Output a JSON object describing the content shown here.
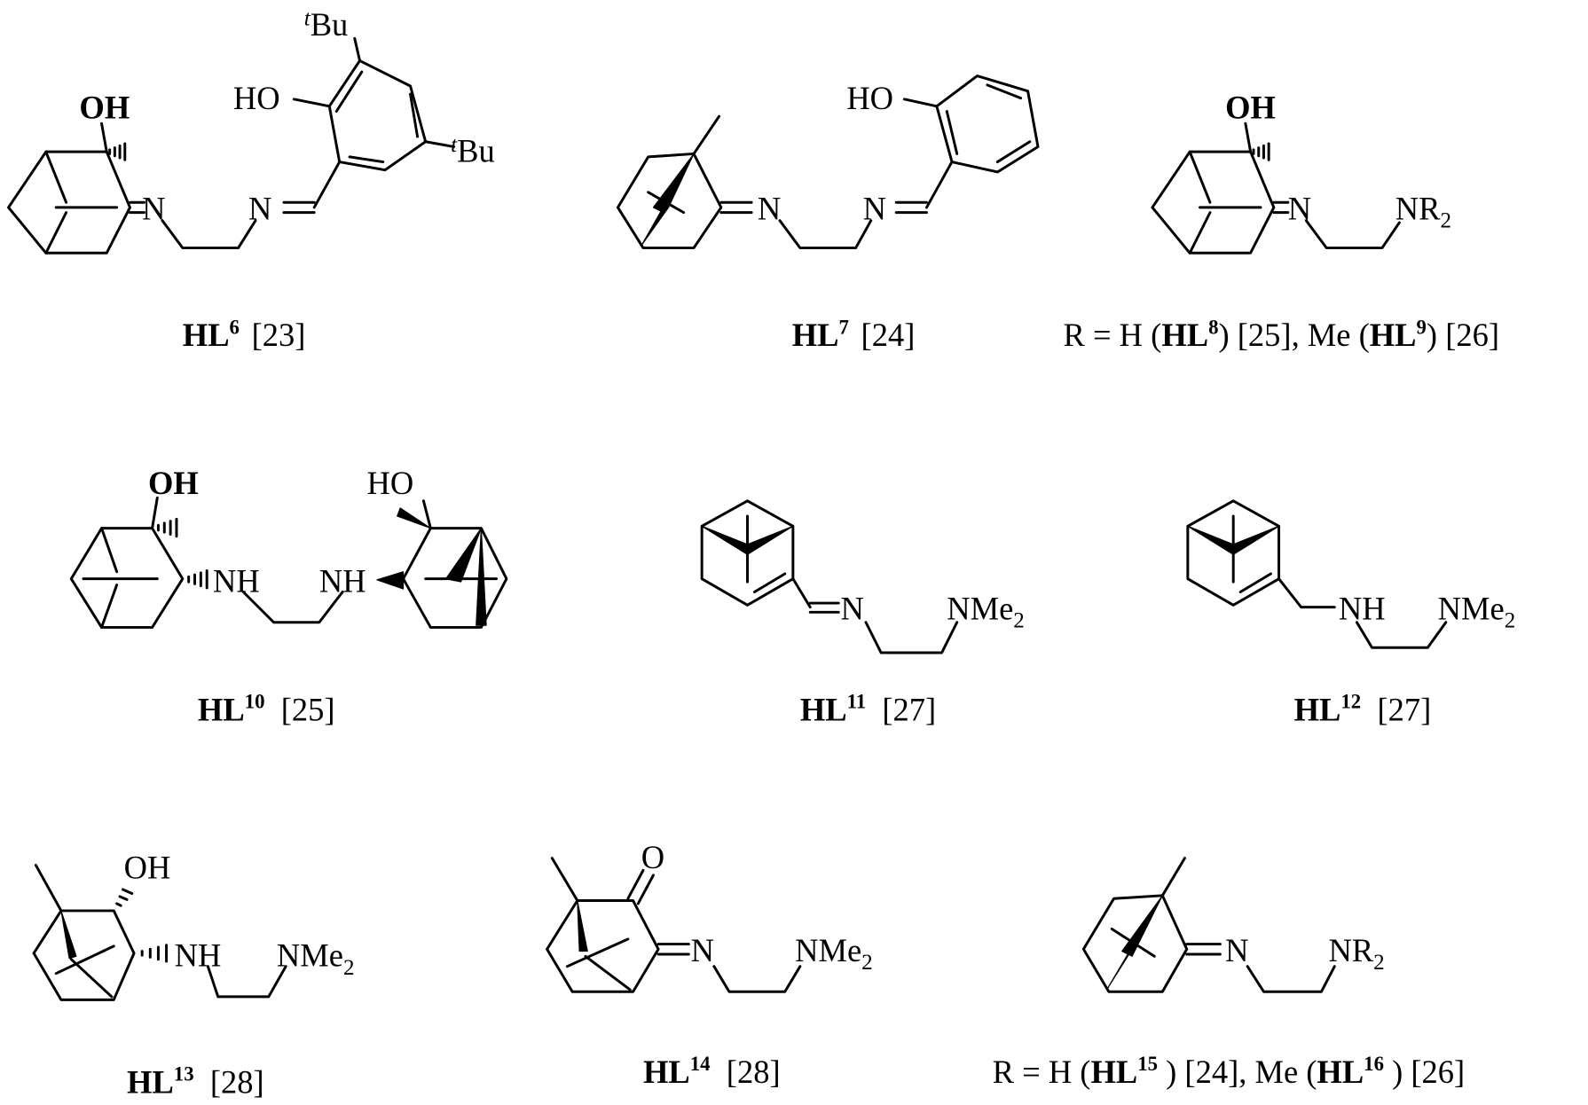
{
  "compounds": [
    {
      "name": "HL",
      "sup": "6",
      "ref": "[23]",
      "atoms": {
        "oh": "OH",
        "n1": "N",
        "n2": "N",
        "ho": "HO",
        "t1": "t",
        "bu1": "Bu",
        "t2": "t",
        "bu2": "Bu"
      }
    },
    {
      "name": "HL",
      "sup": "7",
      "ref": "[24]",
      "atoms": {
        "n1": "N",
        "n2": "N",
        "ho": "HO"
      }
    },
    {
      "caption_pre": "R = H (",
      "name": "HL",
      "sup": "8",
      "caption_mid": ") [25], Me (",
      "name2": "HL",
      "sup2": "9",
      "caption_post": ") [26]",
      "atoms": {
        "oh": "OH",
        "n1": "N",
        "nr": "NR",
        "r_sub": "2"
      }
    },
    {
      "name": "HL",
      "sup": "10",
      "ref": "[25]",
      "atoms": {
        "oh": "OH",
        "nh1": "NH",
        "nh2": "NH",
        "ho": "HO"
      }
    },
    {
      "name": "HL",
      "sup": "11",
      "ref": "[27]",
      "atoms": {
        "n1": "N",
        "nme": "NMe",
        "sub": "2"
      }
    },
    {
      "name": "HL",
      "sup": "12",
      "ref": "[27]",
      "atoms": {
        "nh": "NH",
        "nme": "NMe",
        "sub": "2"
      }
    },
    {
      "name": "HL",
      "sup": "13",
      "ref": "[28]",
      "atoms": {
        "oh": "OH",
        "nh": "NH",
        "nme": "NMe",
        "sub": "2"
      }
    },
    {
      "name": "HL",
      "sup": "14",
      "ref": "[28]",
      "atoms": {
        "o": "O",
        "n1": "N",
        "nme": "NMe",
        "sub": "2"
      }
    },
    {
      "caption_pre": "R = H (",
      "name": "HL",
      "sup": "15",
      "caption_mid": ") [24], Me (",
      "name2": "HL",
      "sup2": "16",
      "caption_post": ") [26]",
      "atoms": {
        "n1": "N",
        "nr": "NR",
        "r_sub": "2"
      }
    }
  ]
}
